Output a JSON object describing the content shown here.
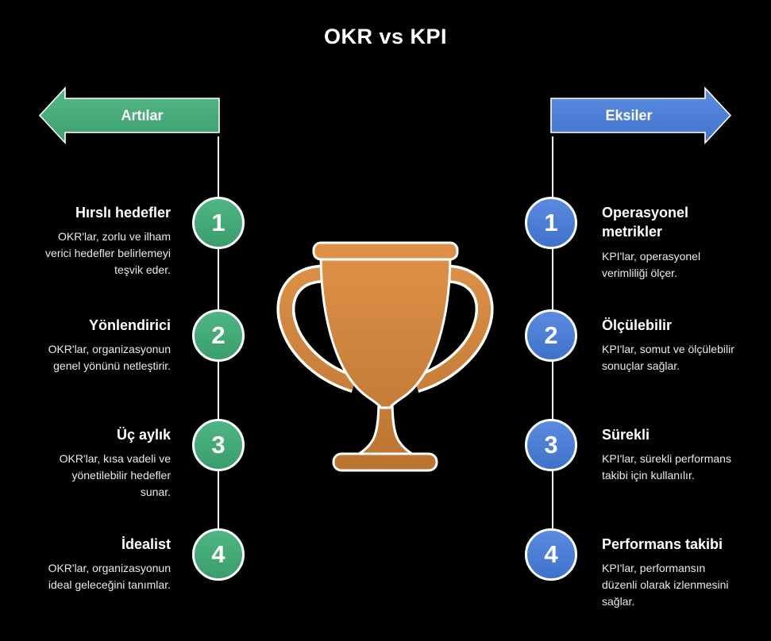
{
  "title": "OKR vs KPI",
  "colors": {
    "background": "#000000",
    "pros_green": "#45ab79",
    "cons_blue": "#4b80d7",
    "trophy_orange": "#d98b3c",
    "text_white": "#ffffff"
  },
  "center_icon": "trophy-icon",
  "left": {
    "banner": "Artılar",
    "items": [
      {
        "num": "1",
        "heading": "Hırslı hedefler",
        "body": "OKR'lar, zorlu ve ilham verici hedefler belirlemeyi teşvik eder."
      },
      {
        "num": "2",
        "heading": "Yönlendirici",
        "body": "OKR'lar, organizasyonun genel yönünü netleştirir."
      },
      {
        "num": "3",
        "heading": "Üç aylık",
        "body": "OKR'lar, kısa vadeli ve yönetilebilir hedefler sunar."
      },
      {
        "num": "4",
        "heading": "İdealist",
        "body": "OKR'lar, organizasyonun ideal geleceğini tanımlar."
      }
    ]
  },
  "right": {
    "banner": "Eksiler",
    "items": [
      {
        "num": "1",
        "heading": "Operasyonel metrikler",
        "body": "KPI'lar, operasyonel verimliliği ölçer."
      },
      {
        "num": "2",
        "heading": "Ölçülebilir",
        "body": "KPI'lar, somut ve ölçülebilir sonuçlar sağlar."
      },
      {
        "num": "3",
        "heading": "Sürekli",
        "body": "KPI'lar, sürekli performans takibi için kullanılır."
      },
      {
        "num": "4",
        "heading": "Performans takibi",
        "body": "KPI'lar, performansın düzenli olarak izlenmesini sağlar."
      }
    ]
  }
}
